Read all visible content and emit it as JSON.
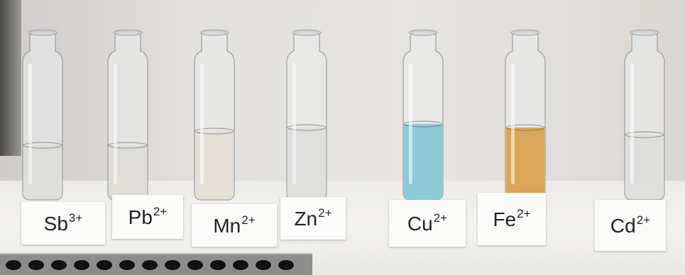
{
  "vials": [
    {
      "ion": "Sb",
      "charge": "3+",
      "liquid": "#dcdcd6"
    },
    {
      "ion": "Pb",
      "charge": "2+",
      "liquid": "#dcdad3"
    },
    {
      "ion": "Mn",
      "charge": "2+",
      "liquid": "#e2ddd3"
    },
    {
      "ion": "Zn",
      "charge": "2+",
      "liquid": "#dcdcda"
    },
    {
      "ion": "Cu",
      "charge": "2+",
      "liquid": "#7cc6d2"
    },
    {
      "ion": "Fe",
      "charge": "2+",
      "liquid": "#d89a3e"
    },
    {
      "ion": "Cd",
      "charge": "2+",
      "liquid": "#dcdcd9"
    }
  ]
}
